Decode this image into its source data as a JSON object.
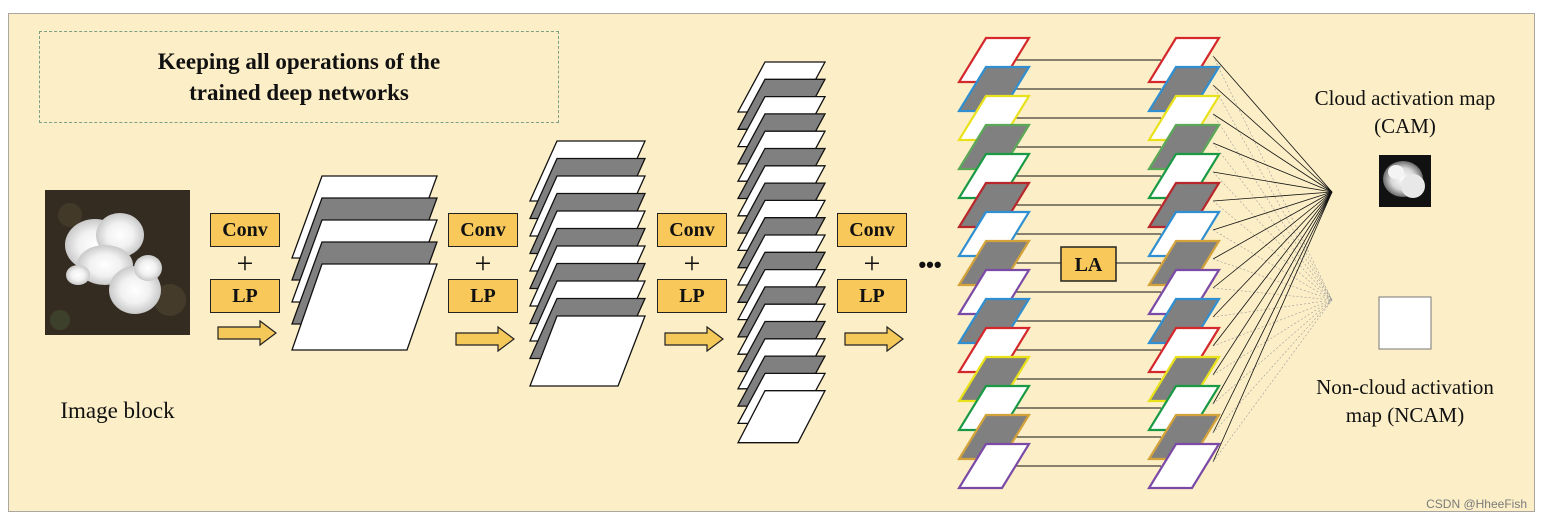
{
  "caption": {
    "line1": "Keeping all operations of the",
    "line2": "trained deep networks"
  },
  "input": {
    "label": "Image block"
  },
  "operation": {
    "top": "Conv",
    "join": "+",
    "bottom": "LP"
  },
  "ellipsis": "•••",
  "attention": {
    "label": "LA"
  },
  "outputs": {
    "cam": {
      "line1": "Cloud activation map",
      "line2": "(CAM)"
    },
    "ncam": {
      "line1": "Non-cloud activation",
      "line2": "map (NCAM)"
    }
  },
  "watermark": "CSDN @HheeFish",
  "colors": {
    "background": "#fcefc7",
    "op_fill": "#f8c95a",
    "arrow_fill": "#f5c85a",
    "map_gray": "#808080",
    "feature_outlines": [
      "#d4282c",
      "#2f8fd0",
      "#e9e21a",
      "#5aa857",
      "#1a9a45",
      "#b8272b",
      "#2f8fd0",
      "#d3a23a",
      "#7a4aa6",
      "#2f8fd0",
      "#d4282c",
      "#e9e21a",
      "#1a9a45",
      "#d3a23a",
      "#7a4aa6"
    ]
  }
}
